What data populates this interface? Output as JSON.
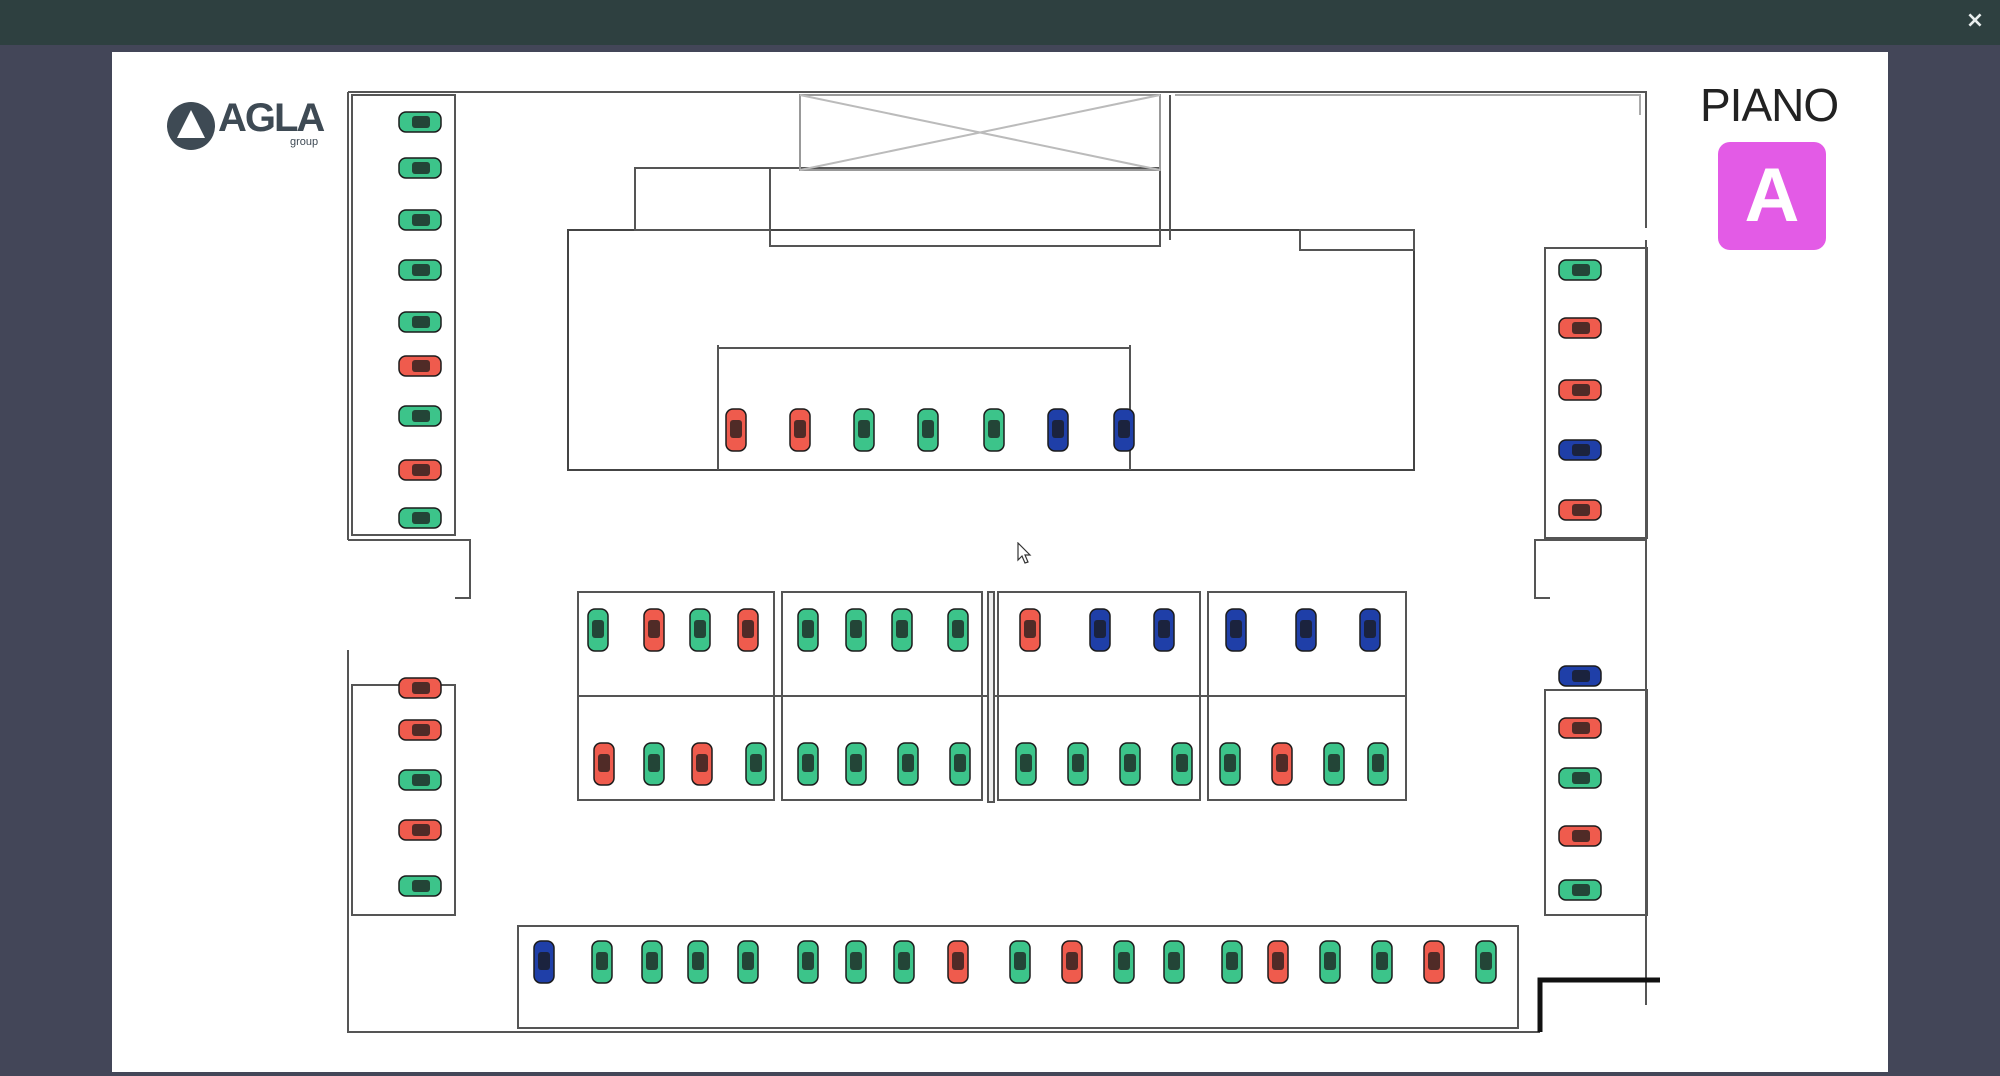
{
  "window": {
    "close_label": "×"
  },
  "logo": {
    "name": "AGLA",
    "sub": "group"
  },
  "floor": {
    "label": "PIANO",
    "letter": "A"
  },
  "colors": {
    "available": "#3cc48a",
    "occupied": "#ef5b4d",
    "reserved": "#1f3fa8",
    "badge": "#e35be6"
  },
  "spots": {
    "left_column": [
      "green",
      "green",
      "green",
      "green",
      "green",
      "red",
      "green",
      "red",
      "green",
      "red",
      "red",
      "green",
      "red",
      "green"
    ],
    "right_column": [
      "green",
      "red",
      "red",
      "blue",
      "red",
      "blue",
      "red",
      "green",
      "red",
      "green"
    ],
    "top_row": [
      "red",
      "red",
      "green",
      "green",
      "green",
      "blue",
      "blue"
    ],
    "middle_upper": [
      "green",
      "red",
      "green",
      "red",
      "green",
      "green",
      "green",
      "green",
      "red",
      "blue",
      "blue",
      "blue",
      "blue",
      "blue"
    ],
    "middle_lower": [
      "red",
      "green",
      "red",
      "green",
      "green",
      "green",
      "green",
      "green",
      "green",
      "green",
      "green",
      "green",
      "green",
      "red",
      "green",
      "green"
    ],
    "bottom_row": [
      "blue",
      "green",
      "green",
      "green",
      "green",
      "green",
      "green",
      "green",
      "red",
      "green",
      "red",
      "green",
      "green",
      "green",
      "red",
      "green",
      "green",
      "red",
      "green"
    ]
  }
}
